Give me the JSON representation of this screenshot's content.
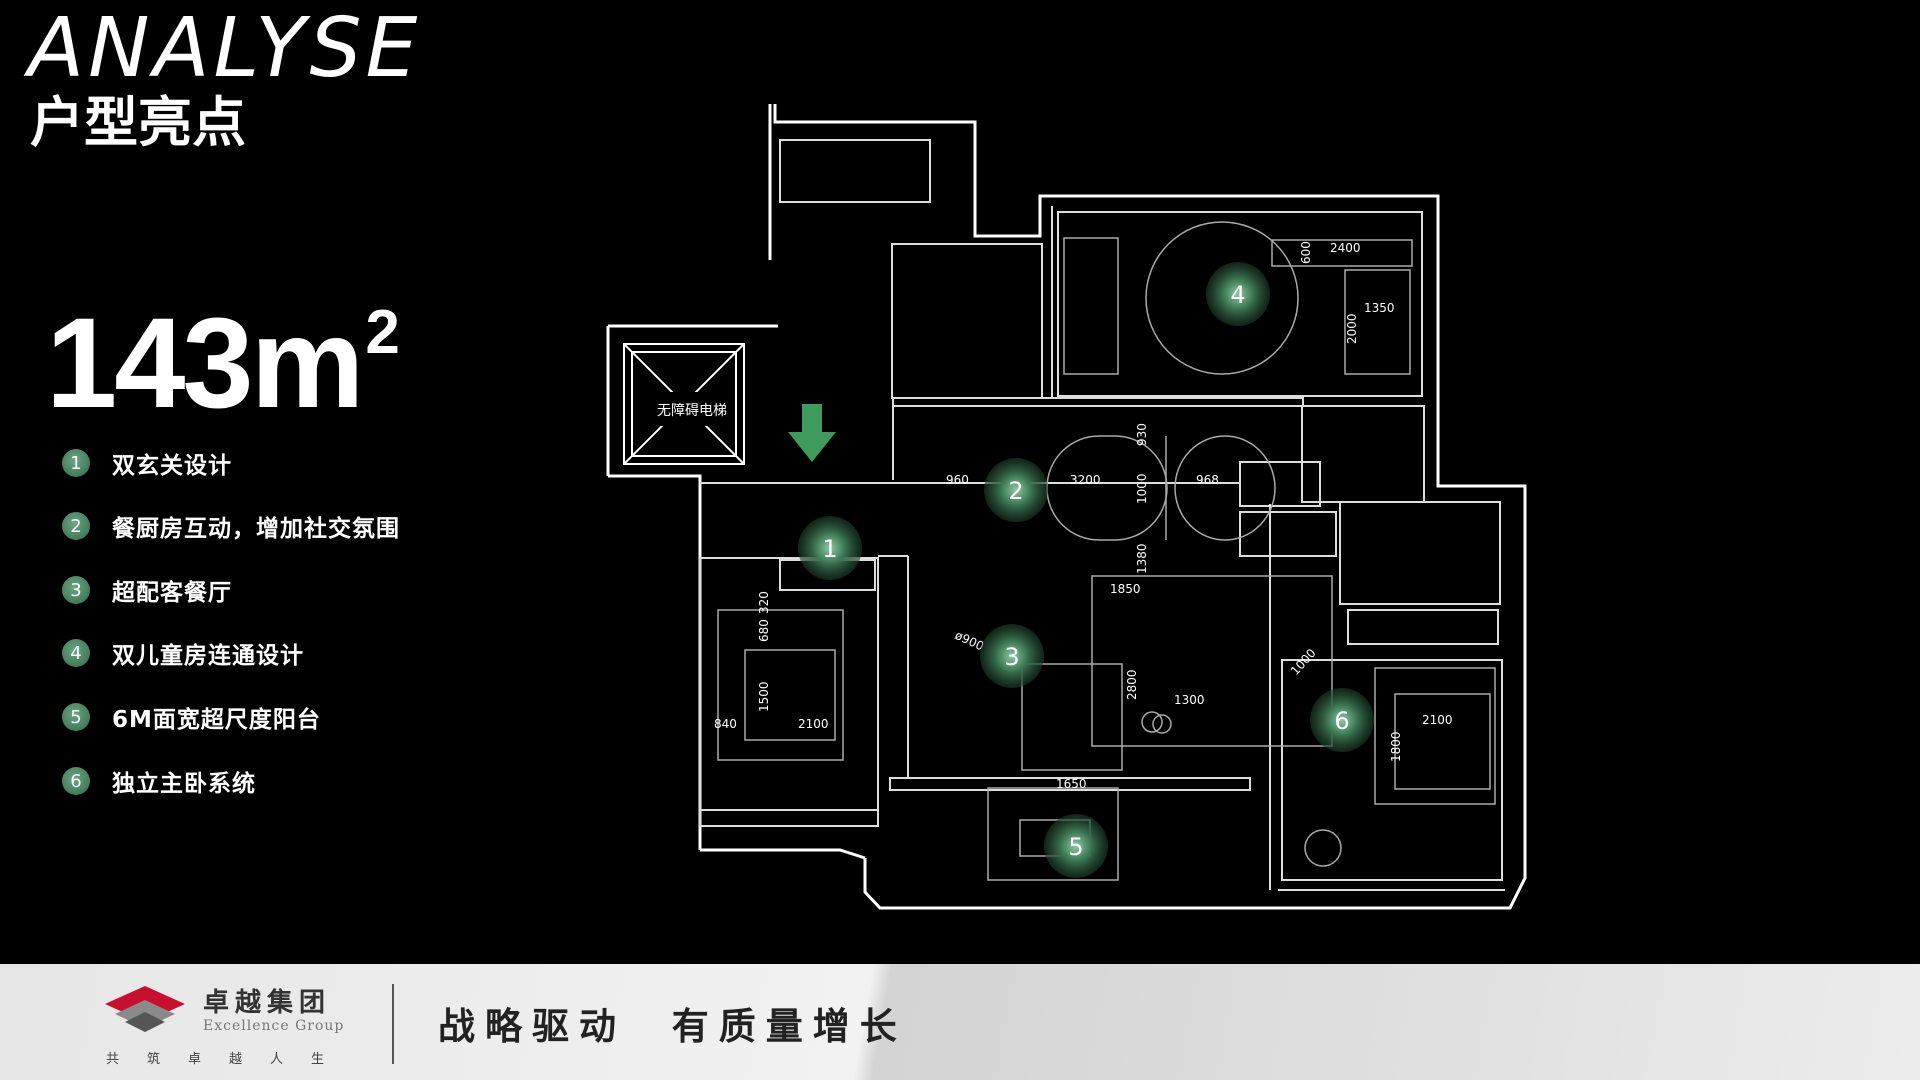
{
  "header": {
    "title_en": "ANALYSE",
    "title_cn": "户型亮点"
  },
  "area": {
    "value": "143m",
    "sup": "2"
  },
  "features": [
    {
      "num": "1",
      "label": "双玄关设计"
    },
    {
      "num": "2",
      "label": "餐厨房互动，增加社交氛围"
    },
    {
      "num": "3",
      "label": "超配客餐厅"
    },
    {
      "num": "4",
      "label": "双儿童房连通设计"
    },
    {
      "num": "5",
      "label": "6M面宽超尺度阳台"
    },
    {
      "num": "6",
      "label": "独立主卧系统"
    }
  ],
  "plan": {
    "elevator_label": "无障碍电梯",
    "dimensions": {
      "d960": "960",
      "d3200": "3200",
      "d968": "968",
      "d930": "930",
      "d1000": "1000",
      "d1380": "1380",
      "d1850": "1850",
      "d2800": "2800",
      "d1300": "1300",
      "d1650": "1650",
      "d900": "ø900",
      "d320": "320",
      "d680": "680",
      "d1500": "1500",
      "d840": "840",
      "d2100a": "2100",
      "d2400": "2400",
      "d600": "600",
      "d1350": "1350",
      "d2000": "2000",
      "d1000b": "1000",
      "d2100b": "2100",
      "d1800": "1800"
    },
    "markers": [
      "1",
      "2",
      "3",
      "4",
      "5",
      "6"
    ]
  },
  "footer": {
    "company_cn": "卓越集团",
    "company_en": "Excellence Group",
    "motto": "共筑卓越人生",
    "slogan": "战略驱动  有质量增长"
  },
  "colors": {
    "accent_green": "#3d7a55",
    "arrow_green": "#3f9a5e",
    "background": "#000000"
  }
}
